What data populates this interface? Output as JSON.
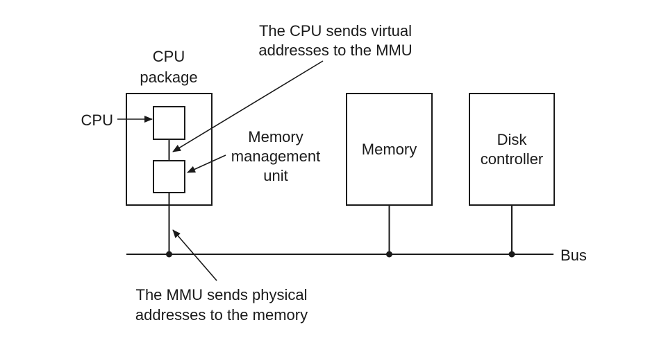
{
  "labels": {
    "cpu_package_line1": "CPU",
    "cpu_package_line2": "package",
    "cpu": "CPU",
    "mmu_line1": "Memory",
    "mmu_line2": "management",
    "mmu_line3": "unit",
    "memory": "Memory",
    "disk_line1": "Disk",
    "disk_line2": "controller",
    "bus": "Bus",
    "virtual_line1": "The CPU sends virtual",
    "virtual_line2": "addresses to the MMU",
    "physical_line1": "The MMU sends physical",
    "physical_line2": "addresses to the memory"
  },
  "colors": {
    "stroke": "#1a1a1a",
    "background": "#ffffff"
  }
}
